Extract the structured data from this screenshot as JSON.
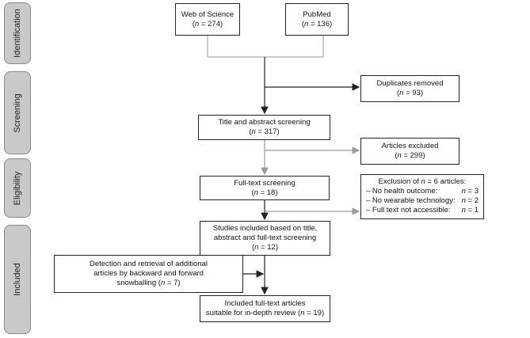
{
  "phases": {
    "identification": "Identification",
    "screening": "Screening",
    "eligibility": "Eligibility",
    "included": "Included"
  },
  "sources": {
    "wos": {
      "name": "Web of Science",
      "n": "274"
    },
    "pubmed": {
      "name": "PubMed",
      "n": "136"
    }
  },
  "duplicates": {
    "label": "Duplicates removed",
    "n": "93"
  },
  "title_abstract": {
    "label": "Title and abstract screening",
    "n": "317"
  },
  "articles_excluded": {
    "label": "Articles excluded",
    "n": "299"
  },
  "fulltext": {
    "label": "Full-text screening",
    "n": "18"
  },
  "exclusion": {
    "prefix": "Exclusion of ",
    "n": "6",
    "suffix": " articles:",
    "reasons": [
      {
        "label": "– No health outcome:",
        "n": "3"
      },
      {
        "label": "– No wearable technology:",
        "n": "2"
      },
      {
        "label": "– Full text not accessible:",
        "n": "1"
      }
    ]
  },
  "studies_included": {
    "line1": "Studies included based on title,",
    "line2": "abstract and full-text screening",
    "n": "12"
  },
  "snowballing": {
    "line1": "Detection and retrieval of additional",
    "line2": "articles by backward and forward",
    "line3": "snowballing",
    "n": "7"
  },
  "final": {
    "line1": "Included full-text articles",
    "line2": "suitable for in-depth review",
    "n": "19"
  },
  "n_symbol": "n",
  "eq": " = ",
  "colors": {
    "phase_fill": "#c9c9c9",
    "line": "#222222",
    "grey_line": "#9a9a9a"
  }
}
